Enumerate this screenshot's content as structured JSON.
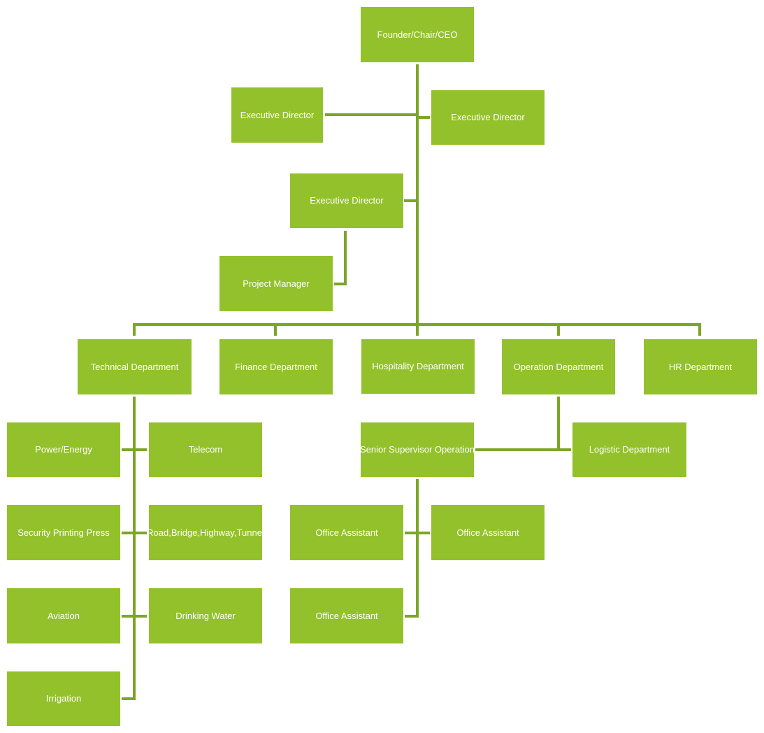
{
  "colors": {
    "box": "#93c12b",
    "connector": "#7ba626",
    "text": "#ffffff"
  },
  "nodes": {
    "ceo": "Founder/Chair/CEO",
    "exec_director_1": "Executive Director",
    "exec_director_2": "Executive Director",
    "exec_director_3": "Executive Director",
    "project_manager": "Project Manager",
    "technical_department": "Technical Department",
    "finance_department": "Finance Department",
    "hospitality_department": "Hospitality Department",
    "operation_department": "Operation Department",
    "hr_department": "HR Department",
    "power_energy": "Power/Energy",
    "telecom": "Telecom",
    "senior_supervisor_operation": "Senior Supervisor Operation",
    "logistic_department": "Logistic Department",
    "security_printing_press": "Security Printing Press",
    "road_bridge_highway_tunnel": "Road,Bridge,Highway,Tunnel",
    "office_assistant_1": "Office Assistant",
    "office_assistant_2": "Office Assistant",
    "aviation": "Aviation",
    "drinking_water": "Drinking Water",
    "office_assistant_3": "Office Assistant",
    "irrigation": "Irrigation"
  },
  "links": [
    [
      "ceo",
      "exec_director_1"
    ],
    [
      "ceo",
      "exec_director_2"
    ],
    [
      "ceo",
      "exec_director_3"
    ],
    [
      "exec_director_3",
      "project_manager"
    ],
    [
      "ceo",
      "technical_department"
    ],
    [
      "ceo",
      "finance_department"
    ],
    [
      "ceo",
      "hospitality_department"
    ],
    [
      "ceo",
      "operation_department"
    ],
    [
      "ceo",
      "hr_department"
    ],
    [
      "technical_department",
      "power_energy"
    ],
    [
      "technical_department",
      "telecom"
    ],
    [
      "technical_department",
      "security_printing_press"
    ],
    [
      "technical_department",
      "road_bridge_highway_tunnel"
    ],
    [
      "technical_department",
      "aviation"
    ],
    [
      "technical_department",
      "drinking_water"
    ],
    [
      "technical_department",
      "irrigation"
    ],
    [
      "operation_department",
      "senior_supervisor_operation"
    ],
    [
      "operation_department",
      "logistic_department"
    ],
    [
      "senior_supervisor_operation",
      "office_assistant_1"
    ],
    [
      "senior_supervisor_operation",
      "office_assistant_2"
    ],
    [
      "senior_supervisor_operation",
      "office_assistant_3"
    ]
  ]
}
